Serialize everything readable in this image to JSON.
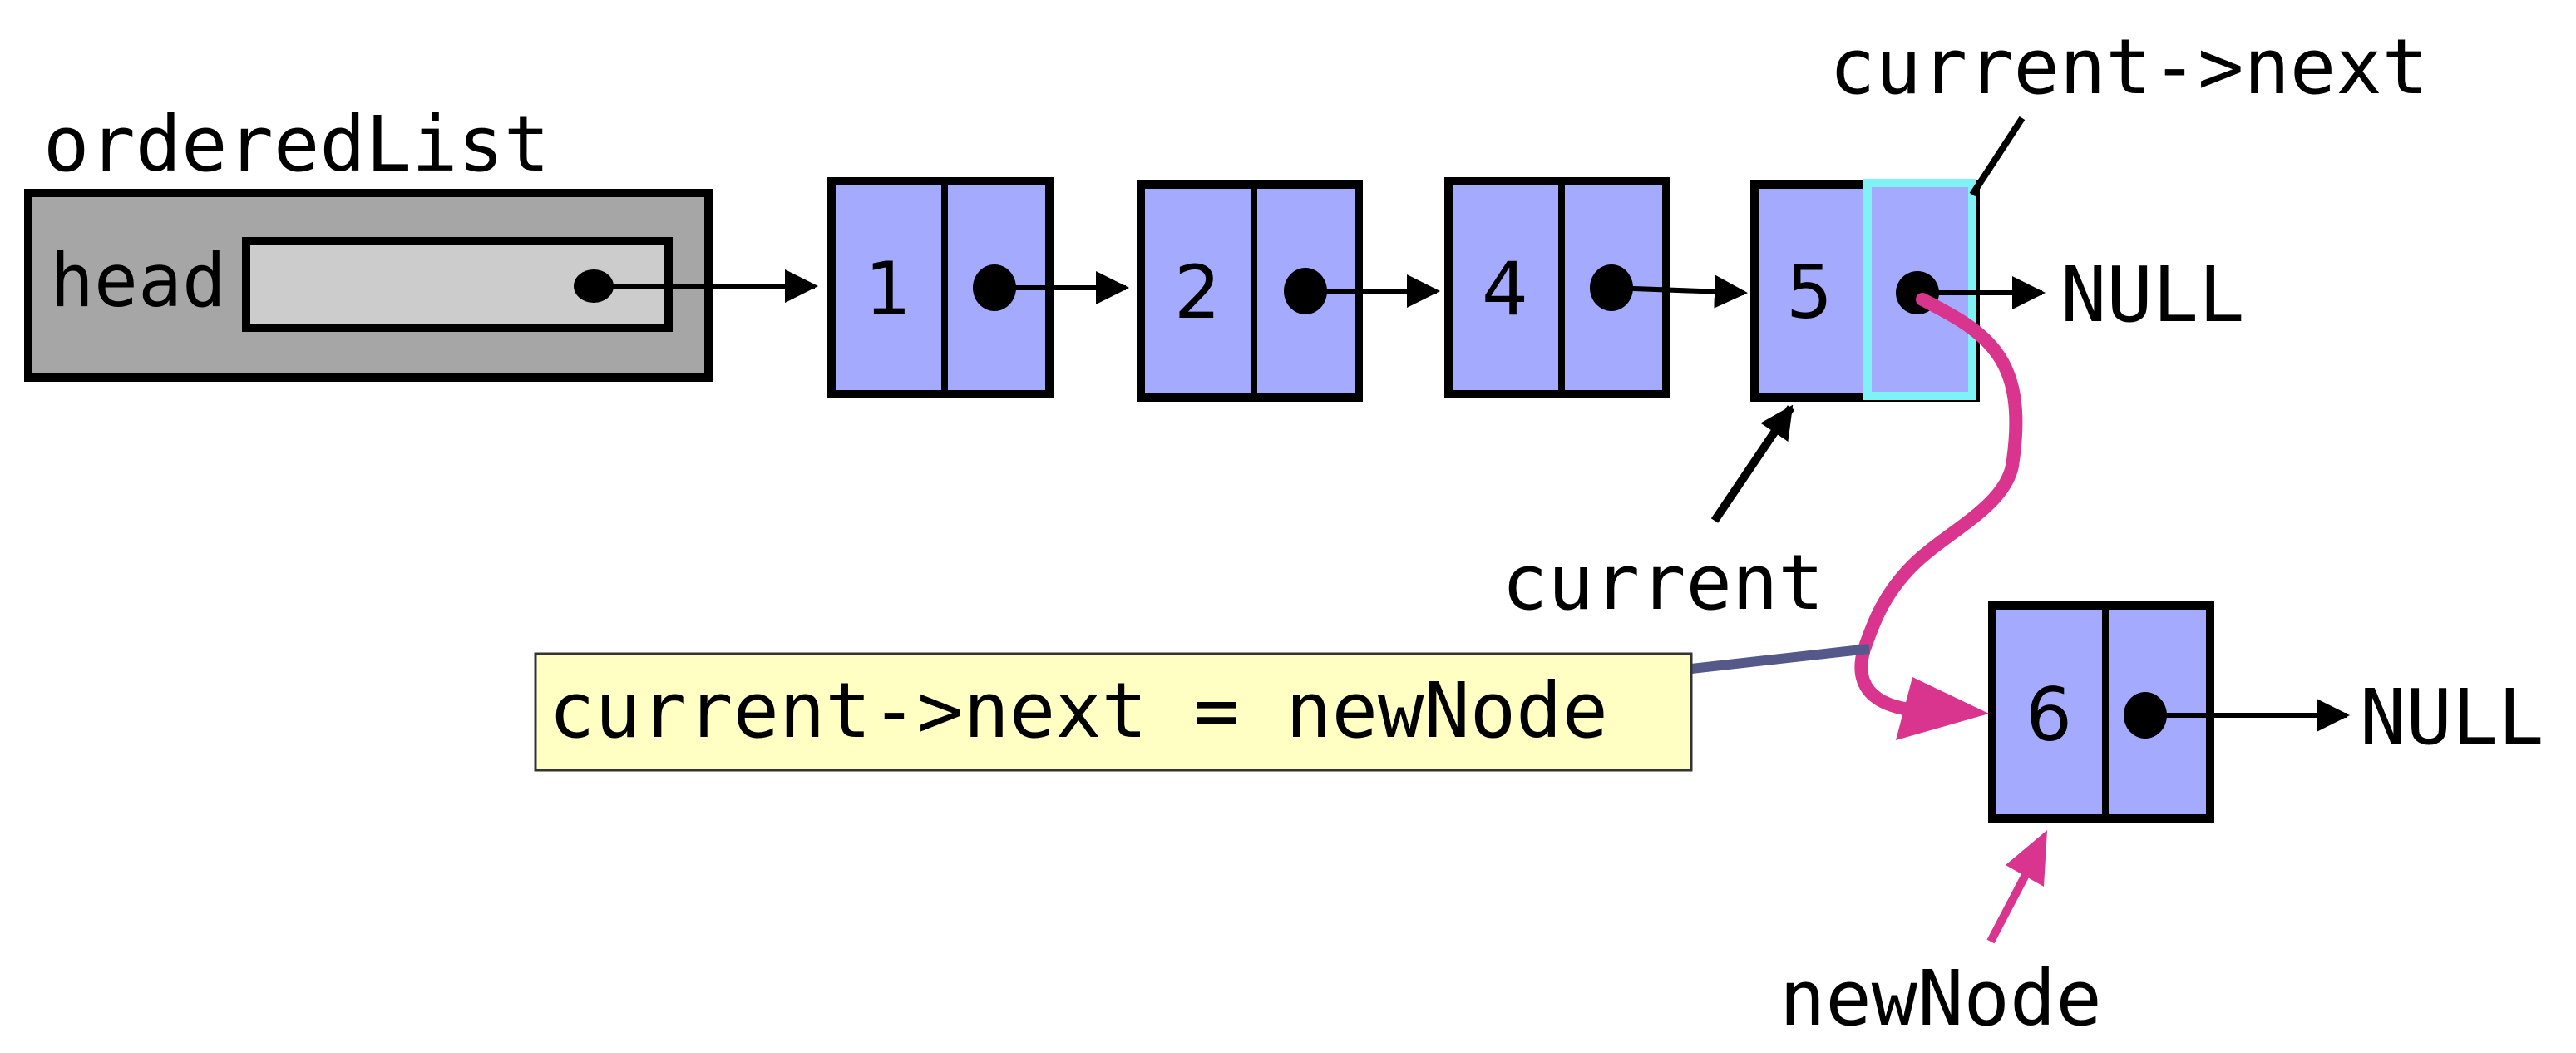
{
  "list": {
    "label": "orderedList",
    "head_label": "head"
  },
  "nodes": [
    {
      "value": "1"
    },
    {
      "value": "2"
    },
    {
      "value": "4"
    },
    {
      "value": "5"
    }
  ],
  "new_node": {
    "value": "6",
    "label": "newNode",
    "next": "NULL"
  },
  "tail_next": "NULL",
  "current_label": "current",
  "current_next_label": "current->next",
  "code_statement": "current->next = newNode",
  "colors": {
    "list_box": "#a6a6a6",
    "head_field": "#cccccc",
    "node_fill": "#a4abff",
    "highlight": "#7ff2f6",
    "new_link": "#d9358e",
    "code_bg": "#ffffc4",
    "code_connector": "#55598a"
  }
}
